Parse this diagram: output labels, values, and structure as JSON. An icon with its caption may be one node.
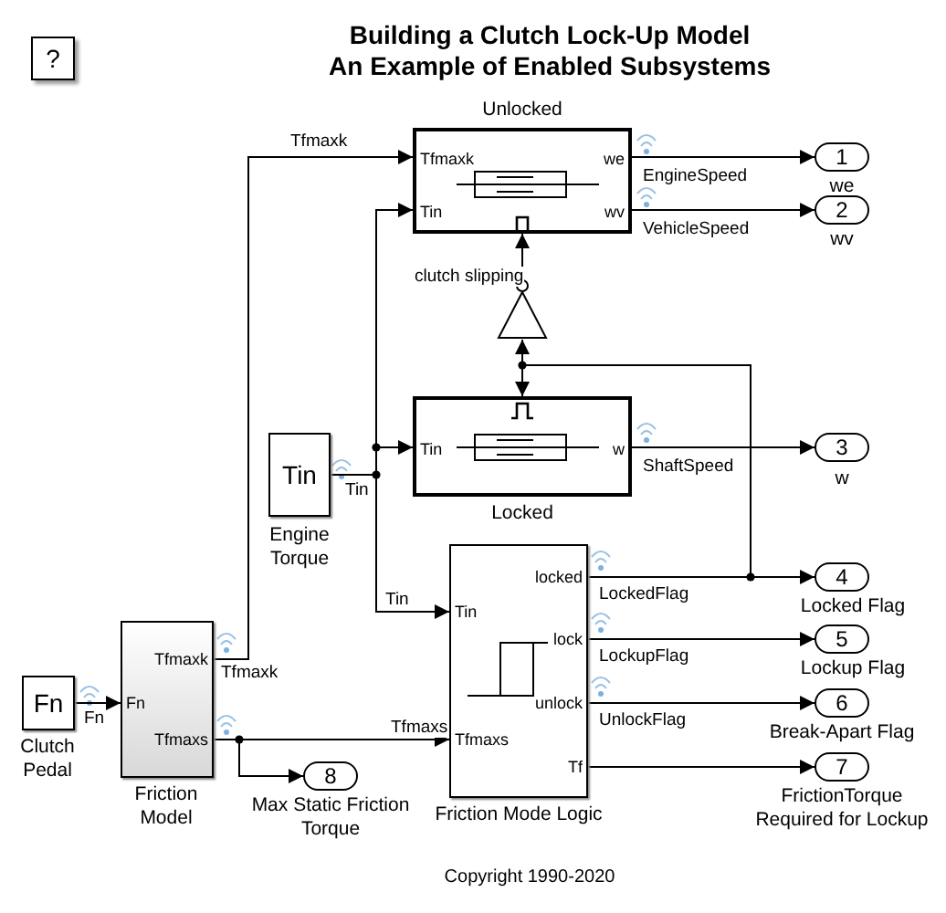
{
  "diagram": {
    "title": "Building a Clutch Lock-Up Model An Example of Enabled Subsystems",
    "caption": "Copyright 1990-2020",
    "nodes": [
      {
        "text": [
          "?"
        ]
      },
      {
        "text": [
          "Tfmaxk",
          "Tin",
          "we",
          "wv"
        ],
        "beside": [
          "Unlocked"
        ]
      },
      {
        "text": [],
        "shape": "triangle"
      },
      {
        "text": [
          "Tin",
          "w"
        ],
        "beside": [
          "Locked"
        ]
      },
      {
        "text": [
          "Tin"
        ],
        "beside": [
          "Engine Torque"
        ]
      },
      {
        "text": [
          "Tin",
          "Tfmaxs",
          "locked",
          "lock",
          "unlock",
          "Tf"
        ],
        "beside": [
          "Friction Mode Logic"
        ]
      },
      {
        "text": [
          "Fn"
        ],
        "beside": [
          "Clutch Pedal"
        ]
      },
      {
        "text": [
          "Fn",
          "Tfmaxk",
          "Tfmaxs"
        ],
        "beside": [
          "Friction Model"
        ]
      },
      {
        "text": [
          "1"
        ],
        "beside": [
          "we"
        ]
      },
      {
        "text": [
          "2"
        ],
        "beside": [
          "wv"
        ]
      },
      {
        "text": [
          "3"
        ],
        "beside": [
          "w"
        ]
      },
      {
        "text": [
          "4"
        ],
        "beside": [
          "Locked Flag"
        ]
      },
      {
        "text": [
          "5"
        ],
        "beside": [
          "Lockup Flag"
        ]
      },
      {
        "text": [
          "6"
        ],
        "beside": [
          "Break-Apart Flag"
        ]
      },
      {
        "text": [
          "7"
        ],
        "beside": [
          "FrictionTorque Required for Lockup"
        ]
      },
      {
        "text": [
          "8"
        ],
        "beside": [
          "Max Static Friction Torque"
        ]
      }
    ],
    "edges": [
      {
        "from": 7,
        "to": 1,
        "arrow": "to",
        "label": "Tfmaxk"
      },
      {
        "from": 6,
        "to": 7,
        "arrow": "to",
        "label": "Fn"
      },
      {
        "from": 4,
        "to": 1,
        "arrow": "to"
      },
      {
        "from": 4,
        "to": 3,
        "arrow": "to"
      },
      {
        "from": 4,
        "to": 5,
        "arrow": "to",
        "label": "Tin"
      },
      {
        "from": 7,
        "to": 5,
        "arrow": "to",
        "label": "Tfmaxs"
      },
      {
        "from": 7,
        "to": 15,
        "arrow": "to"
      },
      {
        "from": 1,
        "to": 8,
        "arrow": "to",
        "label": "EngineSpeed"
      },
      {
        "from": 1,
        "to": 9,
        "arrow": "to",
        "label": "VehicleSpeed"
      },
      {
        "from": 3,
        "to": 10,
        "arrow": "to",
        "label": "ShaftSpeed"
      },
      {
        "from": 5,
        "to": 11,
        "arrow": "to",
        "label": "LockedFlag"
      },
      {
        "from": 5,
        "to": 12,
        "arrow": "to",
        "label": "LockupFlag"
      },
      {
        "from": 5,
        "to": 13,
        "arrow": "to",
        "label": "UnlockFlag"
      },
      {
        "from": 5,
        "to": 14,
        "arrow": "to"
      },
      {
        "from": 5,
        "to": 3,
        "arrow": "to"
      },
      {
        "from": 5,
        "to": 2,
        "arrow": "to"
      },
      {
        "from": 2,
        "to": 1,
        "arrow": "to",
        "label": "clutch slipping"
      }
    ],
    "labels": [
      "Tfmaxk",
      "Tin"
    ]
  }
}
